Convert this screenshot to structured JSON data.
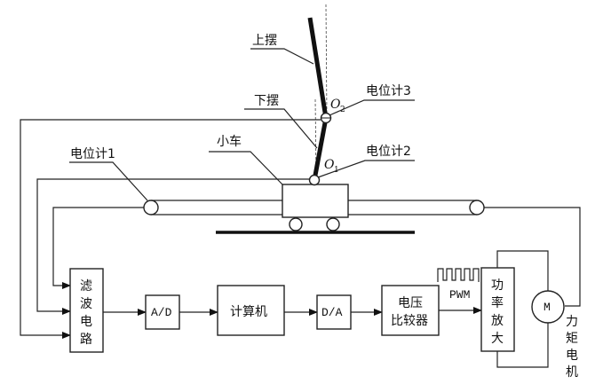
{
  "diagram": {
    "pendulum": {
      "upper_label": "上摆",
      "lower_label": "下摆",
      "joint_upper": {
        "letter": "O",
        "sub": "2"
      },
      "joint_lower": {
        "letter": "O",
        "sub": "1"
      }
    },
    "cart_label": "小车",
    "potentiometers": {
      "p1": "电位计1",
      "p2": "电位计2",
      "p3": "电位计3"
    },
    "blocks": {
      "filter": [
        "滤",
        "波",
        "电",
        "路"
      ],
      "adc": "A/D",
      "computer": "计算机",
      "dac": "D/A",
      "comparator_line1": "电压",
      "comparator_line2": "比较器",
      "amplifier": [
        "功",
        "率",
        "放",
        "大"
      ],
      "motor": "M"
    },
    "pwm_label": "PWM",
    "motor_label": [
      "力",
      "矩",
      "电",
      "机"
    ]
  }
}
